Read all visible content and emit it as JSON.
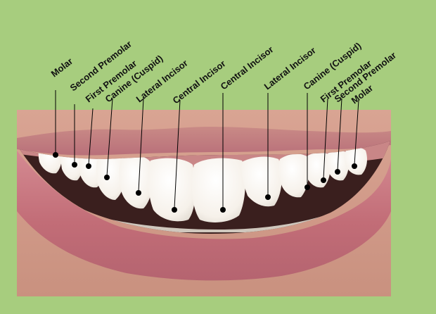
{
  "colors": {
    "frame_green": "#a7cd7e",
    "skin": "#d39c8a",
    "lip": "#c4707a",
    "gum": "#c98687",
    "tooth": "#faf7f2",
    "mouth_shadow": "#3a1f1e",
    "pointer": "#000000"
  },
  "labels": [
    {
      "id": "molar-right-side",
      "text": "Molar"
    },
    {
      "id": "second-premolar-right-side",
      "text": "Second Premolar"
    },
    {
      "id": "first-premolar-right-side",
      "text": "First Premolar"
    },
    {
      "id": "canine-right-side",
      "text": "Canine (Cuspid)"
    },
    {
      "id": "lateral-incisor-right-side",
      "text": "Lateral Incisor"
    },
    {
      "id": "central-incisor-right-side",
      "text": "Central Incisor"
    },
    {
      "id": "central-incisor-left-side",
      "text": "Central Incisor"
    },
    {
      "id": "lateral-incisor-left-side",
      "text": "Lateral Incisor"
    },
    {
      "id": "canine-left-side",
      "text": "Canine (Cuspid)"
    },
    {
      "id": "first-premolar-left-side",
      "text": "First Premolar"
    },
    {
      "id": "second-premolar-left-side",
      "text": "Second Premolar"
    },
    {
      "id": "molar-left-side",
      "text": "Molar"
    }
  ]
}
